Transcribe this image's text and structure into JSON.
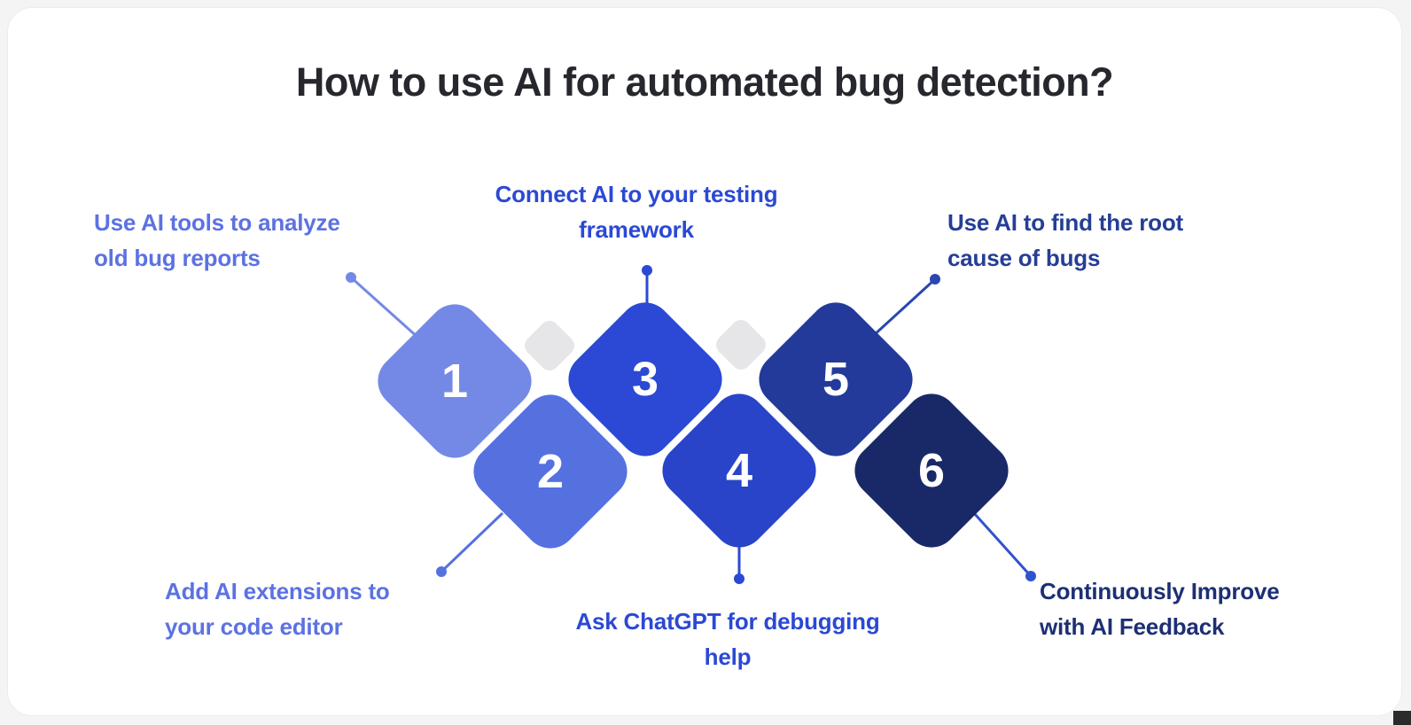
{
  "card": {
    "title": "How to use AI for automated bug detection?",
    "title_color": "#26282E",
    "background": "#FFFFFF"
  },
  "decor": {
    "diamond_color": "#E6E6E8",
    "corner_color": "#2B2B2B"
  },
  "steps": [
    {
      "number": "1",
      "label": "Use AI tools to analyze\nold bug reports",
      "diamond_color": "#7489E6",
      "label_color": "#5C72E2",
      "line_color": "#7489E6"
    },
    {
      "number": "2",
      "label": "Add AI extensions to\nyour code editor",
      "diamond_color": "#5571E0",
      "label_color": "#5C72E2",
      "line_color": "#5571E0"
    },
    {
      "number": "3",
      "label": "Connect AI to your testing\nframework",
      "diamond_color": "#2B49D4",
      "label_color": "#2B49D4",
      "line_color": "#2B49D4"
    },
    {
      "number": "4",
      "label": "Ask ChatGPT for debugging\nhelp",
      "diamond_color": "#2944C8",
      "label_color": "#2B49D4",
      "line_color": "#2B49D4"
    },
    {
      "number": "5",
      "label": "Use AI to find the root\ncause of bugs",
      "diamond_color": "#233A9B",
      "label_color": "#253E96",
      "line_color": "#2A46B2"
    },
    {
      "number": "6",
      "label": "Continuously Improve\nwith AI Feedback",
      "diamond_color": "#192968",
      "label_color": "#1D2F74",
      "line_color": "#3152CE"
    }
  ]
}
